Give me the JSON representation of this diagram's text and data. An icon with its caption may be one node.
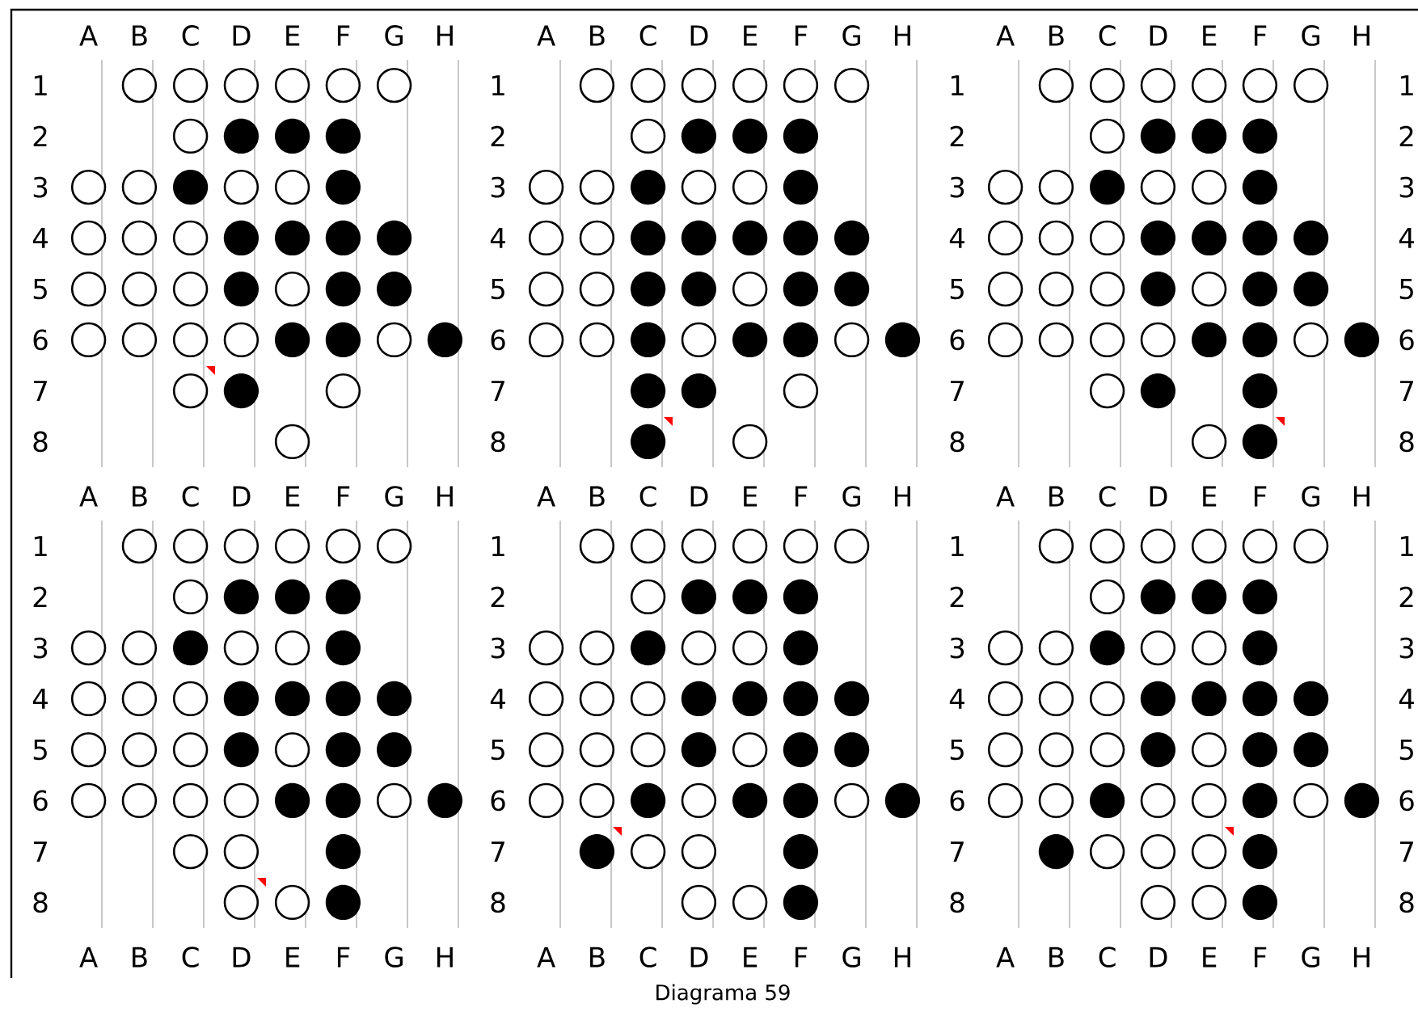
{
  "diagram": {
    "caption": "Diagrama 59",
    "labels": [
      "A",
      "B",
      "C",
      "D",
      "E",
      "F",
      "G",
      "H",
      "1",
      "2",
      "3",
      "4",
      "5",
      "6",
      "7",
      "8",
      "A",
      "B",
      "C",
      "D",
      "E",
      "F",
      "G",
      "H",
      "1",
      "2",
      "3",
      "4",
      "5",
      "6",
      "7",
      "8",
      "A",
      "B",
      "C",
      "D",
      "E",
      "F",
      "G",
      "H",
      "1",
      "2",
      "3",
      "4",
      "5",
      "6",
      "7",
      "8",
      "1",
      "2",
      "3",
      "4",
      "5",
      "6",
      "7",
      "8",
      "A",
      "B",
      "C",
      "D",
      "E",
      "F",
      "G",
      "H",
      "1",
      "2",
      "3",
      "4",
      "5",
      "6",
      "7",
      "8",
      "A",
      "B",
      "C",
      "D",
      "E",
      "F",
      "G",
      "H",
      "A",
      "B",
      "C",
      "D",
      "E",
      "F",
      "G",
      "H",
      "1",
      "2",
      "3",
      "4",
      "5",
      "6",
      "7",
      "8",
      "A",
      "B",
      "C",
      "D",
      "E",
      "F",
      "G",
      "H",
      "A",
      "B",
      "C",
      "D",
      "E",
      "F",
      "G",
      "H",
      "1",
      "2",
      "3",
      "4",
      "5",
      "6",
      "7",
      "8",
      "A",
      "B",
      "C",
      "D",
      "E",
      "F",
      "G",
      "H",
      "1",
      "2",
      "3",
      "4",
      "5",
      "6",
      "7",
      "8"
    ]
  }
}
